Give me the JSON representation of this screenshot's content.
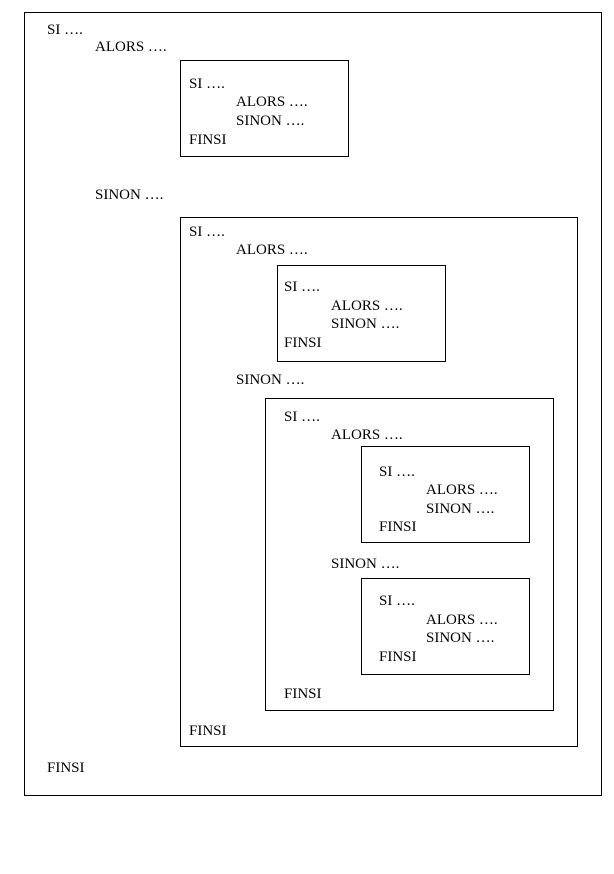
{
  "diagram": {
    "outer": {
      "si": "SI ….",
      "alors": "ALORS ….",
      "sinon": "SINON ….",
      "finsi": "FINSI"
    },
    "block_a": {
      "si": "SI ….",
      "alors": "ALORS ….",
      "sinon": "SINON ….",
      "finsi": "FINSI"
    },
    "block_b": {
      "si": "SI ….",
      "alors": "ALORS ….",
      "sinon": "SINON ….",
      "finsi": "FINSI"
    },
    "block_c": {
      "si": "SI ….",
      "alors": "ALORS ….",
      "sinon": "SINON ….",
      "finsi": "FINSI"
    },
    "block_d": {
      "si": "SI ….",
      "alors": "ALORS ….",
      "sinon": "SINON ….",
      "finsi": "FINSI"
    },
    "block_e": {
      "si": "SI ….",
      "alors": "ALORS ….",
      "sinon": "SINON ….",
      "finsi": "FINSI"
    },
    "block_f": {
      "si": "SI ….",
      "alors": "ALORS ….",
      "sinon": "SINON ….",
      "finsi": "FINSI"
    }
  }
}
